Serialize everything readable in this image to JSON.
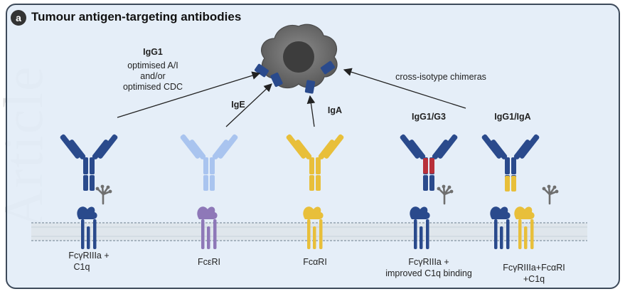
{
  "watermark": "Article",
  "panel": {
    "letter": "a",
    "title": "Tumour antigen-targeting antibodies"
  },
  "top_labels": {
    "igg1": "IgG1",
    "igg1_desc_1": "optimised A/I",
    "igg1_desc_2": "and/or",
    "igg1_desc_3": "optimised CDC",
    "ige": "IgE",
    "iga": "IgA",
    "chimeras": "cross-isotype chimeras",
    "igg1_g3": "IgG1/G3",
    "igg1_iga": "IgG1/IgA"
  },
  "receptor_labels": {
    "r1_line1": "FcγRIIIa +",
    "r1_line2": "C1q",
    "r2": "FcεRI",
    "r3": "FcαRI",
    "r4_line1": "FcγRIIIa +",
    "r4_line2": "improved C1q binding",
    "r5_line1": "FcγRIIIa+FcαRI",
    "r5_line2": "+C1q"
  },
  "colors": {
    "igg_blue": "#2a4a8c",
    "ige_light_blue": "#a9c4ef",
    "iga_yellow": "#e8bf3a",
    "igg3_red": "#b8303a",
    "fcer_purple": "#8e78b8",
    "membrane": "#b9c6d1",
    "c1q_gray": "#6f6f6f",
    "tumour_gray": "#6b6b6b"
  }
}
